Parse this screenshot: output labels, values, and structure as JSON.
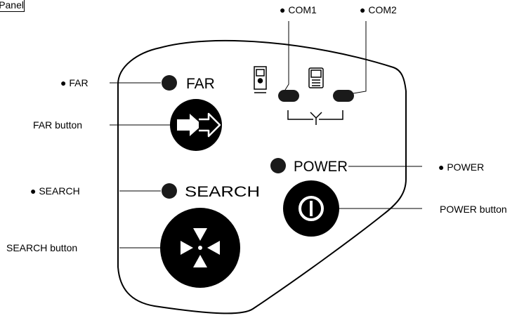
{
  "corner_label": "Panel",
  "callouts": {
    "com1": "● COM1",
    "com2": "● COM2",
    "far": "● FAR",
    "far_button": "FAR button",
    "search": "● SEARCH",
    "search_button": "SEARCH button",
    "power": "● POWER",
    "power_button": "POWER button"
  },
  "panel": {
    "far_label": "FAR",
    "search_label": "SEARCH",
    "power_label": "POWER"
  },
  "icons": {
    "far_button": "double-arrow-right-icon",
    "search_button": "four-triangle-target-icon",
    "power_button": "power-icon",
    "com1_device": "total-station-icon",
    "com2_device": "data-controller-icon",
    "antenna": "antenna-icon"
  },
  "colors": {
    "button": "#000000",
    "indicator": "#1a1a1a",
    "outline": "#000000"
  }
}
